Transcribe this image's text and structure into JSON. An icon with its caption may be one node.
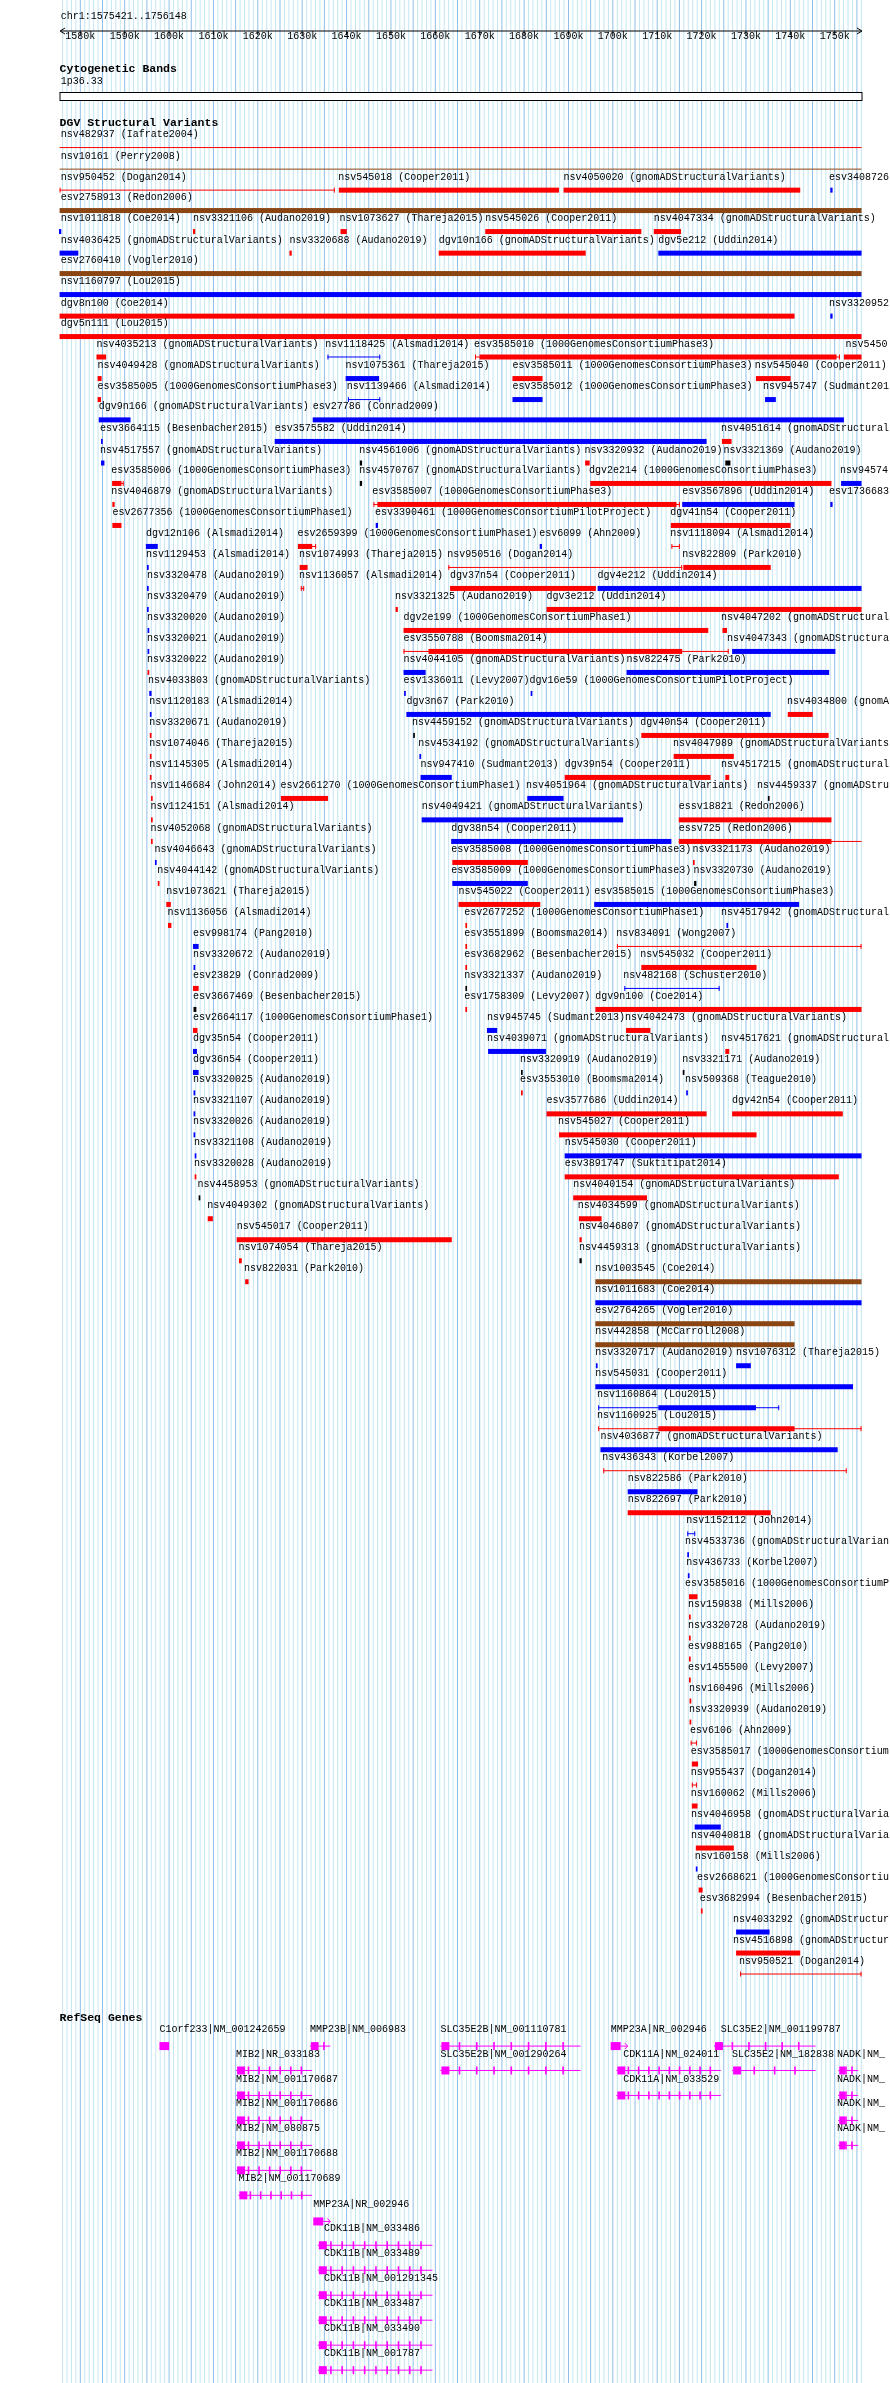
{
  "diagram": {
    "labels": [
      "chr1:1575421..1756148",
      "1580k",
      "1590k",
      "1600k",
      "1610k",
      "1620k",
      "1630k",
      "1640k",
      "1650k",
      "1660k",
      "1670k",
      "1680k",
      "1690k",
      "1700k",
      "1710k",
      "1720k",
      "1730k",
      "1740k",
      "1750k",
      "Cytogenetic Bands",
      "1p36.33",
      "DGV Structural Variants",
      "nsv482937 (Iafrate2004)",
      "nsv10161 (Perry2008)",
      "nsv950452 (Dogan2014)",
      "nsv545018 (Cooper2011)",
      "nsv4050020 (gnomADStructuralVariants)",
      "esv3408726",
      "esv2758913 (Redon2006)",
      "nsv1011818 (Coe2014)",
      "nsv3321106 (Audano2019)",
      "nsv1073627 (Thareja2015)",
      "nsv545026 (Cooper2011)",
      "nsv4047334 (gnomADStructuralVariants)",
      "nsv4036425 (gnomADStructuralVariants)",
      "nsv3320688 (Audano2019)",
      "dgv10n166 (gnomADStructuralVariants)",
      "dgv5e212 (Uddin2014)",
      "esv2760410 (Vogler2010)",
      "nsv1160797 (Lou2015)",
      "dgv8n100 (Coe2014)",
      "nsv3320952",
      "dgv5n111 (Lou2015)",
      "nsv4035213 (gnomADStructuralVariants)",
      "nsv1118425 (Alsmadi2014)",
      "esv3585010 (1000GenomesConsortiumPhase3)",
      "nsv5450",
      "nsv4049428 (gnomADStructuralVariants)",
      "nsv1075361 (Thareja2015)",
      "esv3585011 (1000GenomesConsortiumPhase3)",
      "nsv545040 (Cooper2011)",
      "esv3585005 (1000GenomesConsortiumPhase3)",
      "nsv1139466 (Alsmadi2014)",
      "esv3585012 (1000GenomesConsortiumPhase3)",
      "nsv945747 (Sudmant201",
      "dgv9n166 (gnomADStructuralVariants)",
      "esv27786 (Conrad2009)",
      "esv3664115 (Besenbacher2015)",
      "esv3575582 (Uddin2014)",
      "nsv4051614 (gnomADStructural",
      "nsv4517557 (gnomADStructuralVariants)",
      "nsv4561006 (gnomADStructuralVariants)",
      "nsv3320932 (Audano2019)",
      "nsv3321369 (Audano2019)",
      "esv3585006 (1000GenomesConsortiumPhase3)",
      "nsv4570767 (gnomADStructuralVariants)",
      "dgv2e214 (1000GenomesConsortiumPhase3)",
      "nsv94574",
      "nsv4046879 (gnomADStructuralVariants)",
      "esv3585007 (1000GenomesConsortiumPhase3)",
      "esv3567896 (Uddin2014)",
      "esv1736683",
      "esv2677356 (1000GenomesConsortiumPhase1)",
      "esv3390461 (1000GenomesConsortiumPilotProject)",
      "dgv41n54 (Cooper2011)",
      "dgv12n106 (Alsmadi2014)",
      "esv2659399 (1000GenomesConsortiumPhase1)",
      "esv6099 (Ahn2009)",
      "nsv1118094 (Alsmadi2014)",
      "nsv1129453 (Alsmadi2014)",
      "nsv1074993 (Thareja2015)",
      "nsv950516 (Dogan2014)",
      "nsv822809 (Park2010)",
      "nsv3320478 (Audano2019)",
      "nsv1136057 (Alsmadi2014)",
      "dgv37n54 (Cooper2011)",
      "dgv4e212 (Uddin2014)",
      "nsv3320479 (Audano2019)",
      "nsv3321325 (Audano2019)",
      "dgv3e212 (Uddin2014)",
      "nsv3320020 (Audano2019)",
      "dgv2e199 (1000GenomesConsortiumPhase1)",
      "nsv4047202 (gnomADStructural",
      "nsv3320021 (Audano2019)",
      "esv3550788 (Boomsma2014)",
      "nsv4047343 (gnomADStructura",
      "nsv3320022 (Audano2019)",
      "nsv4044105 (gnomADStructuralVariants)",
      "nsv822475 (Park2010)",
      "nsv4033803 (gnomADStructuralVariants)",
      "esv1336011 (Levy2007)",
      "dgv16e59 (1000GenomesConsortiumPilotProject)",
      "nsv1120183 (Alsmadi2014)",
      "dgv3n67 (Park2010)",
      "nsv4034800 (gnomA",
      "nsv3320671 (Audano2019)",
      "nsv4459152 (gnomADStructuralVariants)",
      "dgv40n54 (Cooper2011)",
      "nsv1074046 (Thareja2015)",
      "nsv4534192 (gnomADStructuralVariants)",
      "nsv4047989 (gnomADStructuralVariants",
      "nsv1145305 (Alsmadi2014)",
      "nsv947410 (Sudmant2013)",
      "dgv39n54 (Cooper2011)",
      "nsv4517215 (gnomADStructural",
      "nsv1146684 (John2014)",
      "esv2661270 (1000GenomesConsortiumPhase1)",
      "nsv4051964 (gnomADStructuralVariants)",
      "nsv4459337 (gnomADStru",
      "nsv1124151 (Alsmadi2014)",
      "nsv4049421 (gnomADStructuralVariants)",
      "essv18821 (Redon2006)",
      "nsv4052068 (gnomADStructuralVariants)",
      "dgv38n54 (Cooper2011)",
      "essv725 (Redon2006)",
      "nsv4046643 (gnomADStructuralVariants)",
      "esv3585008 (1000GenomesConsortiumPhase3)",
      "nsv3321173 (Audano2019)",
      "nsv4044142 (gnomADStructuralVariants)",
      "esv3585009 (1000GenomesConsortiumPhase3)",
      "nsv3320730 (Audano2019)",
      "nsv1073621 (Thareja2015)",
      "nsv545022 (Cooper2011)",
      "esv3585015 (1000GenomesConsortiumPhase3)",
      "nsv1136056 (Alsmadi2014)",
      "esv2677252 (1000GenomesConsortiumPhase1)",
      "nsv4517942 (gnomADStructural",
      "esv998174 (Pang2010)",
      "esv3551899 (Boomsma2014)",
      "nsv834091 (Wong2007)",
      "nsv3320672 (Audano2019)",
      "esv3682962 (Besenbacher2015)",
      "nsv545032 (Cooper2011)",
      "esv23829 (Conrad2009)",
      "nsv3321337 (Audano2019)",
      "nsv482168 (Schuster2010)",
      "esv3667469 (Besenbacher2015)",
      "esv1758309 (Levy2007)",
      "dgv9n100 (Coe2014)",
      "esv2664117 (1000GenomesConsortiumPhase1)",
      "nsv945745 (Sudmant2013)",
      "nsv4042473 (gnomADStructuralVariants)",
      "dgv35n54 (Cooper2011)",
      "nsv4039071 (gnomADStructuralVariants)",
      "nsv4517621 (gnomADStructural",
      "dgv36n54 (Cooper2011)",
      "nsv3320919 (Audano2019)",
      "nsv3321171 (Audano2019)",
      "nsv3320025 (Audano2019)",
      "esv3553010 (Boomsma2014)",
      "nsv509368 (Teague2010)",
      "nsv3321107 (Audano2019)",
      "esv3577686 (Uddin2014)",
      "dgv42n54 (Cooper2011)",
      "nsv3320026 (Audano2019)",
      "nsv545027 (Cooper2011)",
      "nsv3321108 (Audano2019)",
      "nsv545030 (Cooper2011)",
      "nsv3320028 (Audano2019)",
      "esv3891747 (Suktitipat2014)",
      "nsv4458953 (gnomADStructuralVariants)",
      "nsv4040154 (gnomADStructuralVariants)",
      "nsv4049302 (gnomADStructuralVariants)",
      "nsv4034599 (gnomADStructuralVariants)",
      "nsv545017 (Cooper2011)",
      "nsv4046807 (gnomADStructuralVariants)",
      "nsv1074054 (Thareja2015)",
      "nsv4459313 (gnomADStructuralVariants)",
      "nsv822031 (Park2010)",
      "nsv1003545 (Coe2014)",
      "nsv1011683 (Coe2014)",
      "esv2764265 (Vogler2010)",
      "nsv442858 (McCarroll2008)",
      "nsv3320717 (Audano2019)",
      "nsv1076312 (Thareja2015)",
      "nsv545031 (Cooper2011)",
      "nsv1160864 (Lou2015)",
      "nsv1160925 (Lou2015)",
      "nsv4036877 (gnomADStructuralVariants)",
      "nsv436343 (Korbel2007)",
      "nsv822586 (Park2010)",
      "nsv822697 (Park2010)",
      "nsv1152112 (John2014)",
      "nsv4533736 (gnomADStructuralVarian",
      "nsv436733 (Korbel2007)",
      "esv3585016 (1000GenomesConsortiumP",
      "nsv159838 (Mills2006)",
      "nsv3320728 (Audano2019)",
      "esv988165 (Pang2010)",
      "esv1455500 (Levy2007)",
      "nsv160496 (Mills2006)",
      "nsv3320939 (Audano2019)",
      "esv6106 (Ahn2009)",
      "esv3585017 (1000GenomesConsortium",
      "nsv955437 (Dogan2014)",
      "nsv160062 (Mills2006)",
      "nsv4046958 (gnomADStructuralVaria",
      "nsv4040818 (gnomADStructuralVaria",
      "nsv160158 (Mills2006)",
      "esv2668621 (1000GenomesConsortiu",
      "esv3682994 (Besenbacher2015)",
      "nsv4033292 (gnomADStructur",
      "nsv4516898 (gnomADStructur",
      "nsv950521 (Dogan2014)",
      "RefSeq Genes",
      "C1orf233|NM_001242659",
      "MMP23B|NM_006983",
      "SLC35E2B|NM_001110781",
      "MMP23A|NR_002946",
      "SLC35E2|NM_001199787",
      "MIB2|NR_033183",
      "SLC35E2B|NM_001290264",
      "CDK11A|NM_024011",
      "SLC35E2|NM_182838",
      "NADK|NM_",
      "MIB2|NM_001170687",
      "CDK11A|NM_033529",
      "NADK|NM_",
      "MIB2|NM_001170686",
      "NADK|NM_",
      "MIB2|NM_080875",
      "NADK|NM_",
      "MIB2|NM_001170688",
      "MIB2|NM_001170689",
      "MMP23A|NR_002946",
      "CDK11B|NM_033486",
      "CDK11B|NM_033489",
      "CDK11B|NM_001291345",
      "CDK11B|NM_033487",
      "CDK11B|NM_033490",
      "CDK11B|NM_001787"
    ]
  }
}
